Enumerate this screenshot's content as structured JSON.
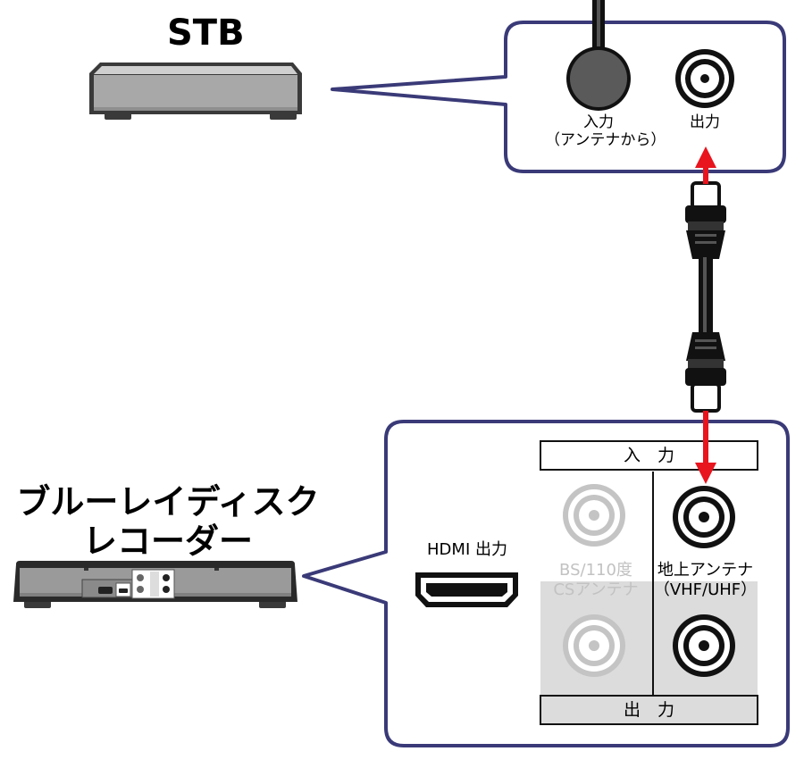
{
  "stb": {
    "title": "STB",
    "input_label_line1": "入力",
    "input_label_line2": "（アンテナから）",
    "output_label": "出力"
  },
  "recorder": {
    "title_line1": "ブルーレイディスク",
    "title_line2": "レコーダー",
    "hdmi_label": "HDMI 出力",
    "input_header": "入　力",
    "output_footer": "出　力",
    "bs_label_line1": "BS/110度",
    "bs_label_line2": "CSアンテナ",
    "terrestrial_label_line1": "地上アンテナ",
    "terrestrial_label_line2": "（VHF/UHF）"
  },
  "colors": {
    "panel_border": "#3a3a78",
    "arrow": "#e8141e",
    "device_body": "#9a9a9a",
    "grey_area": "#dcdcdc"
  }
}
